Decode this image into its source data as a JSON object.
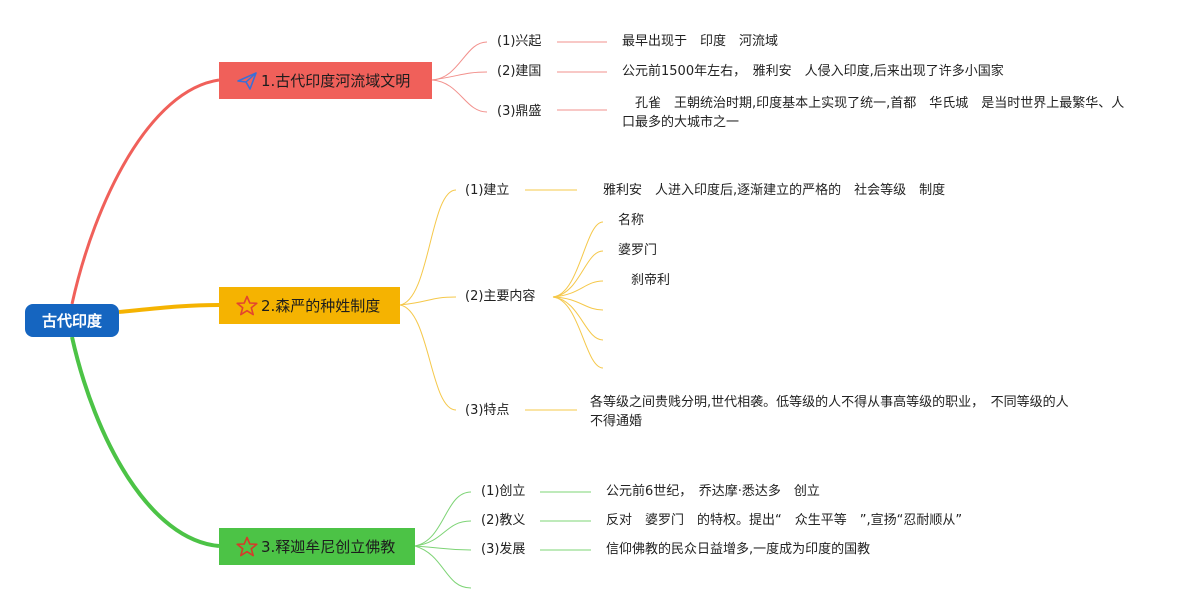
{
  "root": {
    "label": "古代印度"
  },
  "colors": {
    "root": "#1565c0",
    "branch1": "#f0605a",
    "branch2": "#f5b301",
    "branch3": "#4cc346"
  },
  "branches": [
    {
      "label": "1.古代印度河流域文明",
      "icon": "paper-plane-icon",
      "items": [
        {
          "label": "(1)兴起",
          "text": "最早出现于　印度　河流域"
        },
        {
          "label": "(2)建国",
          "text": "公元前1500年左右，　雅利安　人侵入印度,后来出现了许多小国家"
        },
        {
          "label": "(3)鼎盛",
          "text": "　孔雀　王朝统治时期,印度基本上实现了统一,首都　华氏城　是当时世界上最繁华、人口最多的大城市之一"
        }
      ]
    },
    {
      "label": "2.森严的种姓制度",
      "icon": "star-outline-icon",
      "items": [
        {
          "label": "(1)建立",
          "text": "　雅利安　人进入印度后,逐渐建立的严格的　社会等级　制度"
        },
        {
          "label": "(2)主要内容",
          "subitems": [
            "名称",
            "婆罗门",
            "　刹帝利",
            "",
            "",
            ""
          ]
        },
        {
          "label": "(3)特点",
          "text": "各等级之间贵贱分明,世代相袭。低等级的人不得从事高等级的职业，　不同等级的人不得通婚"
        }
      ]
    },
    {
      "label": "3.释迦牟尼创立佛教",
      "icon": "star-outline-icon",
      "items": [
        {
          "label": "(1)创立",
          "text": "公元前6世纪，　乔达摩·悉达多　创立"
        },
        {
          "label": "(2)教义",
          "text": "反对　婆罗门　的特权。提出“　众生平等　”,宣扬“忍耐顺从”"
        },
        {
          "label": "(3)发展",
          "text": "信仰佛教的民众日益增多,一度成为印度的国教"
        },
        {
          "label": ""
        }
      ]
    }
  ]
}
